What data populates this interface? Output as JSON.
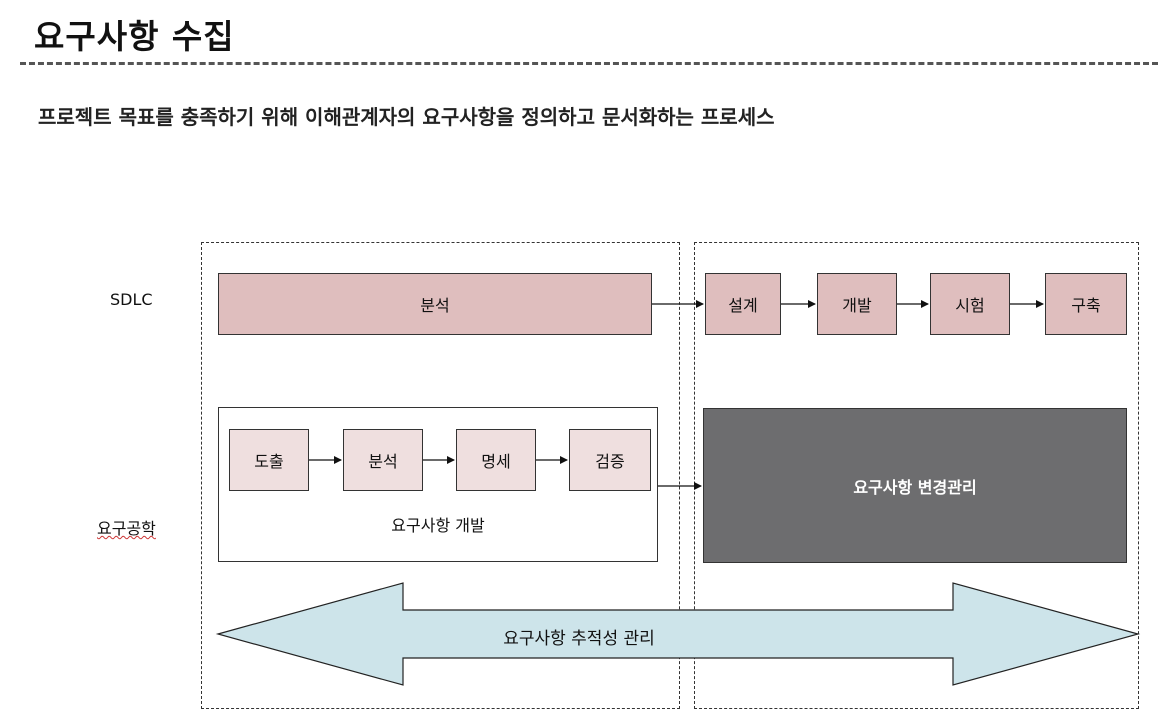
{
  "header": {
    "title": "요구사항 수집",
    "subtitle": "프로젝트 목표를 충족하기 위해 이해관계자의 요구사항을 정의하고 문서화하는 프로세스"
  },
  "rows": {
    "sdlc_label": "SDLC",
    "re_label": "요구공학"
  },
  "sdlc": {
    "analysis": "분석",
    "steps": [
      "설계",
      "개발",
      "시험",
      "구축"
    ]
  },
  "req_dev": {
    "steps": [
      "도출",
      "분석",
      "명세",
      "검증"
    ],
    "caption": "요구사항 개발"
  },
  "change_mgmt": "요구사항 변경관리",
  "traceability": "요구사항 추적성 관리",
  "colors": {
    "sdlc_box": "#dfbebe",
    "dev_step_box": "#efdfdf",
    "change_box": "#6d6d6f",
    "trace_arrow": "#cde4ea"
  }
}
